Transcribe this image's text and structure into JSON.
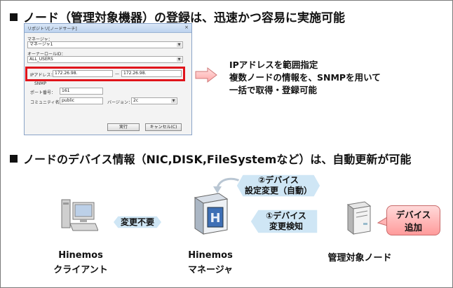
{
  "heading1": "ノード（管理対象機器）の登録は、迅速かつ容易に実施可能",
  "heading2": "ノードのデバイス情報（NIC,DISK,FileSystemなど）は、自動更新が可能",
  "dialog": {
    "title": "リポジトリ[ノードサーチ]",
    "close": "×",
    "manager_label": "マネージャ：",
    "manager_value": "マネージャ1",
    "owner_role_label": "オーナーロールID：",
    "owner_role_value": "ALL_USERS",
    "ip_label": "IPアドレス：",
    "ip_from": "172.26.98.",
    "ip_sep": "—",
    "ip_to": "172.26.98.",
    "snmp_label": "SNMP",
    "port_label": "ポート番号：",
    "port_value": "161",
    "community_label": "コミュニティ名：",
    "community_value": "public",
    "version_label": "バージョン：",
    "version_value": "2c",
    "run_button": "実行",
    "cancel_button": "キャンセル(C)"
  },
  "description": [
    "IPアドレスを範囲指定",
    "複数ノードの情報を、SNMPを用いて",
    "一括で取得・登録可能"
  ],
  "diagram": {
    "client_label_1": "Hinemos",
    "client_label_2": "クライアント",
    "manager_label_1": "Hinemos",
    "manager_label_2": "マネージャ",
    "node_label": "管理対象ノード",
    "no_change": "変更不要",
    "step2_line1": "②デバイス",
    "step2_line2": "設定変更（自動）",
    "step1_line1": "①デバイス",
    "step1_line2": "変更検知",
    "callout_line1": "デバイス",
    "callout_line2": "追加"
  },
  "colors": {
    "highlight_red": "#e0141b",
    "pill_blue": "#cfe6f5",
    "callout_pink": "#ffb3b3"
  }
}
